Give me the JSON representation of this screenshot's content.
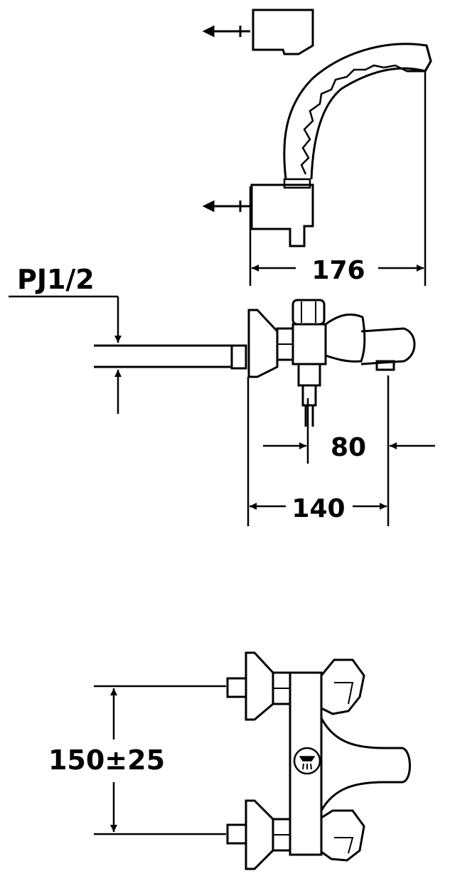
{
  "labels": {
    "thread": "PJ1/2",
    "width_spout": "176",
    "spout_offset": "80",
    "body_depth": "140",
    "inlet_spacing": "150±25"
  },
  "icons": {
    "shower": "shower-icon"
  },
  "colors": {
    "ink": "#000000",
    "paper": "#ffffff"
  }
}
